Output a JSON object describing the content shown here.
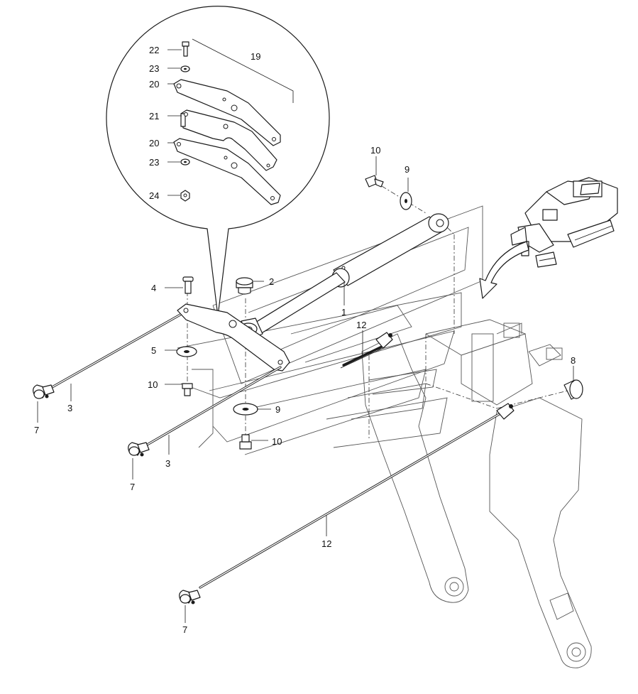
{
  "diagram": {
    "callouts": {
      "c1": "1",
      "c2": "2",
      "c3a": "3",
      "c3b": "3",
      "c4": "4",
      "c5": "5",
      "c7a": "7",
      "c7b": "7",
      "c7c": "7",
      "c8": "8",
      "c9a": "9",
      "c9b": "9",
      "c10a": "10",
      "c10b": "10",
      "c10c": "10",
      "c12a": "12",
      "c12b": "12",
      "c19": "19",
      "c20a": "20",
      "c20b": "20",
      "c21": "21",
      "c22": "22",
      "c23a": "23",
      "c23b": "23",
      "c24": "24"
    }
  }
}
